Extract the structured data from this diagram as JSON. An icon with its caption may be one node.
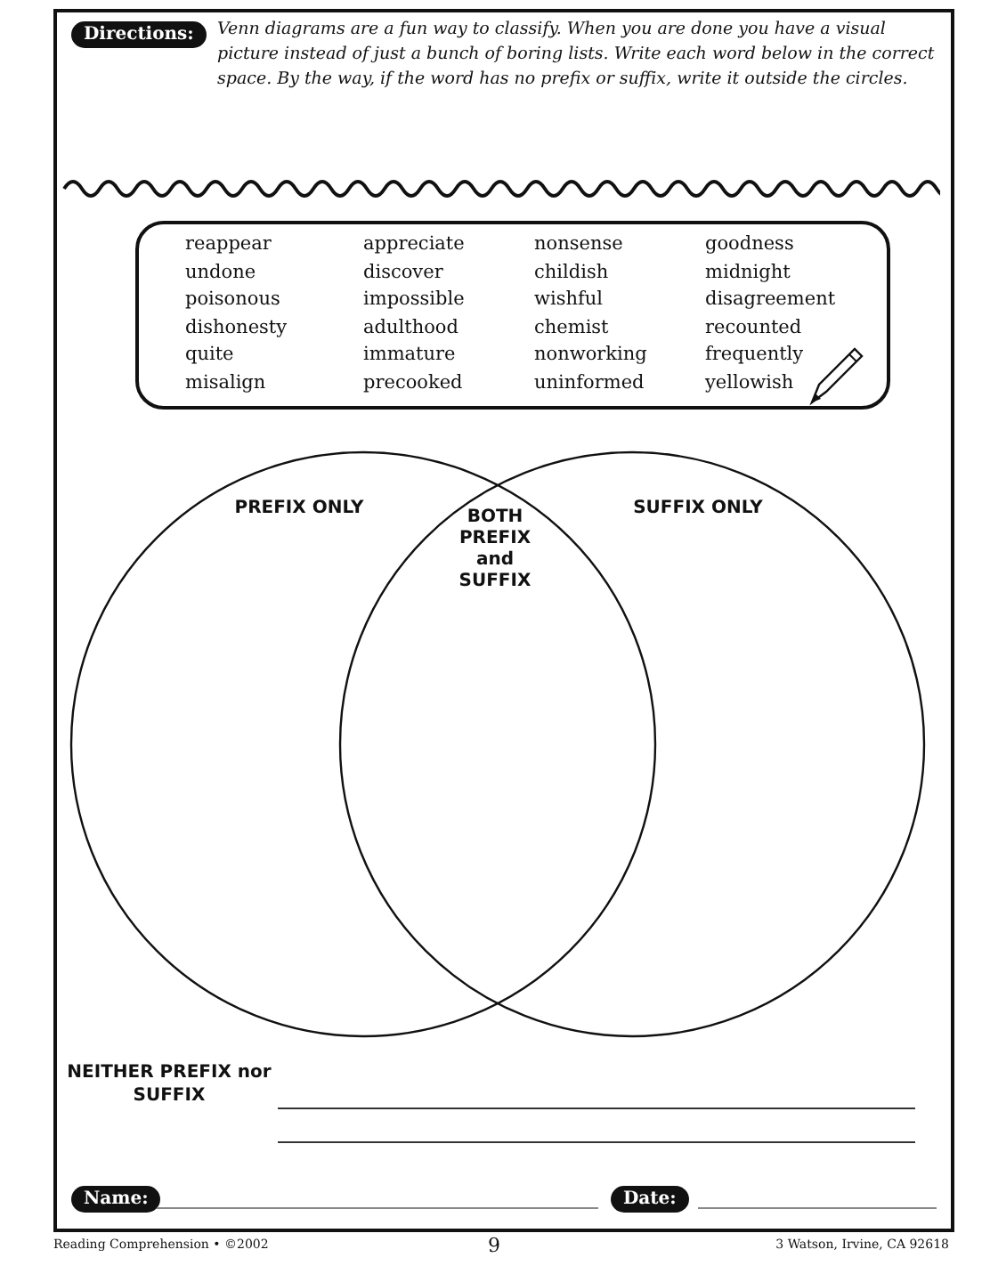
{
  "diagram": {
    "nodes": [
      {
        "text": [
          "reappear",
          "undone",
          "poisonous",
          "dishonesty",
          "quite",
          "misalign",
          "appreciate",
          "discover",
          "impossible",
          "adulthood",
          "immature",
          "precooked",
          "nonsense",
          "childish",
          "wishful",
          "chemist",
          "nonworking",
          "uninformed",
          "goodness",
          "midnight",
          "disagreement",
          "recounted",
          "frequently",
          "yellowish"
        ]
      },
      {
        "text": [
          "PREFIX ONLY"
        ]
      },
      {
        "text": [
          "SUFFIX ONLY"
        ]
      }
    ],
    "labels": [
      "Directions:",
      "Venn diagrams are a fun way to classify. When you are done you have a visual picture instead of just a bunch of boring lists. Write each word below in the correct space. By the way, if the word has no prefix or suffix, write it outside the circles.",
      "BOTH PREFIX and SUFFIX",
      "NEITHER PREFIX nor SUFFIX",
      "Name:",
      "Date:",
      "Reading Comprehension • ©2002",
      "9",
      "3 Watson, Irvine, CA 92618"
    ]
  }
}
